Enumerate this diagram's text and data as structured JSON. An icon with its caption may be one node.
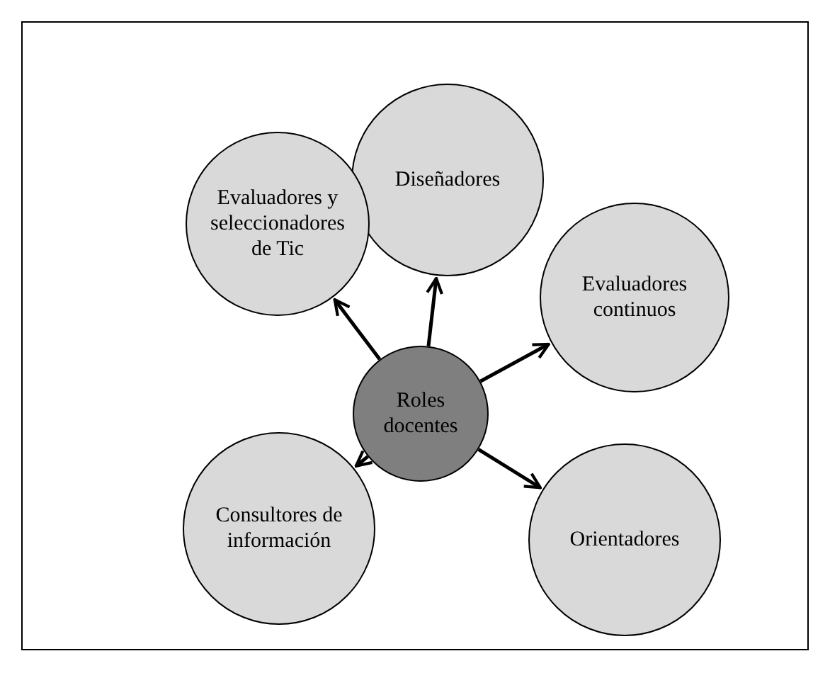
{
  "diagram": {
    "nodes": [
      {
        "text": [
          "Diseñadores"
        ]
      },
      {
        "text": [
          "Evaluadores y seleccionadores de Tic"
        ]
      },
      {
        "text": [
          "Evaluadores continuos"
        ]
      },
      {
        "text": [
          "Roles docentes"
        ]
      },
      {
        "text": [
          "Consultores de información"
        ]
      },
      {
        "text": [
          "Orientadores"
        ]
      }
    ],
    "edges": [
      {
        "from": 3,
        "to": 0,
        "arrow": "to"
      },
      {
        "from": 3,
        "to": 1,
        "arrow": "to"
      },
      {
        "from": 3,
        "to": 2,
        "arrow": "to"
      },
      {
        "from": 3,
        "to": 4,
        "arrow": "to"
      },
      {
        "from": 3,
        "to": 5,
        "arrow": "to"
      }
    ]
  }
}
